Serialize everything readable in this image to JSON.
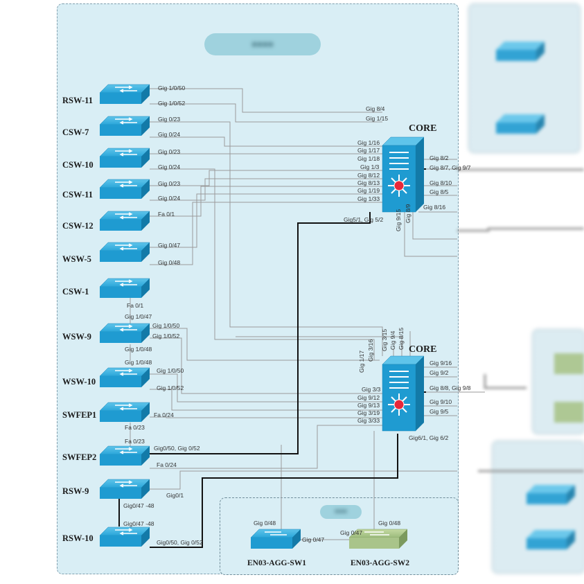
{
  "colors": {
    "zone_fill": "#d9eef5",
    "switch_blue": "#1f9bd1",
    "switch_green": "#a9c48a",
    "link_gray": "#9a9a9a",
    "link_black": "#111111",
    "router_red": "#e8283a"
  },
  "core_top": {
    "title": "CORE"
  },
  "core_bottom": {
    "title": "CORE"
  },
  "switches": [
    {
      "name": "RSW-11",
      "ports": [
        "Gig 1/0/50",
        "Gig 1/0/52"
      ]
    },
    {
      "name": "CSW-7",
      "ports": [
        "Gig 0/23",
        "Gig 0/24"
      ]
    },
    {
      "name": "CSW-10",
      "ports": [
        "Gig 0/23",
        "Gig 0/24"
      ]
    },
    {
      "name": "CSW-11",
      "ports": [
        "Gig 0/23",
        "Gig 0/24"
      ]
    },
    {
      "name": "CSW-12",
      "ports": [
        "Fa 0/1"
      ]
    },
    {
      "name": "WSW-5",
      "ports": [
        "Gig 0/47",
        "Gig 0/48"
      ]
    },
    {
      "name": "CSW-1",
      "ports": [
        "Fa 0/1"
      ]
    },
    {
      "name": "WSW-9",
      "ports": [
        "Gig 1/0/47",
        "Gig 1/0/50",
        "Gig 1/0/52",
        "Gig 1/0/48"
      ]
    },
    {
      "name": "WSW-10",
      "ports": [
        "Gig 1/0/48",
        "Gig 1/0/50",
        "Gig 1/0/52"
      ]
    },
    {
      "name": "SWFEP1",
      "ports": [
        "Fa 0/24",
        "Fa 0/23"
      ]
    },
    {
      "name": "SWFEP2",
      "ports": [
        "Fa 0/23",
        "Gig0/50, Gig 0/52",
        "Fa 0/24"
      ]
    },
    {
      "name": "RSW-9",
      "ports": [
        "Gig0/1",
        "Gig0/47 -48"
      ]
    },
    {
      "name": "RSW-10",
      "ports": [
        "Gig0/47 -48",
        "Gig0/50, Gig 0/52"
      ]
    }
  ],
  "core_top_ports": {
    "left": [
      "Gig 8/4",
      "Gig 1/15",
      "Gig 1/16",
      "Gig 1/17",
      "Gig 1/18",
      "Gig 1/3",
      "Gig 8/12",
      "Gig 8/13",
      "Gig 1/19",
      "Gig 1/33",
      "Gig5/1, Gig 5/2"
    ],
    "right": [
      "Gig 8/2",
      "Gig 8/7, Gig 9/7",
      "Gig 8/10",
      "Gig 8/5",
      "Gig 8/16"
    ],
    "bottom": [
      "Gig 9/15",
      "Gig 8/9"
    ]
  },
  "core_bottom_ports": {
    "top": [
      "Gig 1/17",
      "Gig 3/16",
      "Gig 3/15",
      "Gig 9/4",
      "Gig 8/15"
    ],
    "left": [
      "Gig 3/3",
      "Gig 9/12",
      "Gig 9/13",
      "Gig 3/19",
      "Gig 3/33"
    ],
    "right": [
      "Gig 9/16",
      "Gig 9/2",
      "Gig 8/8, Gig 9/8",
      "Gig 9/10",
      "Gig 9/5",
      "Gig6/1, Gig 6/2"
    ]
  },
  "agg": {
    "sw1": {
      "name": "EN03-AGG-SW1",
      "ports": [
        "Gig 0/48",
        "Gig 0/47"
      ]
    },
    "sw2": {
      "name": "EN03-AGG-SW2",
      "ports": [
        "Gig 0/47",
        "Gig 0/48"
      ]
    }
  }
}
